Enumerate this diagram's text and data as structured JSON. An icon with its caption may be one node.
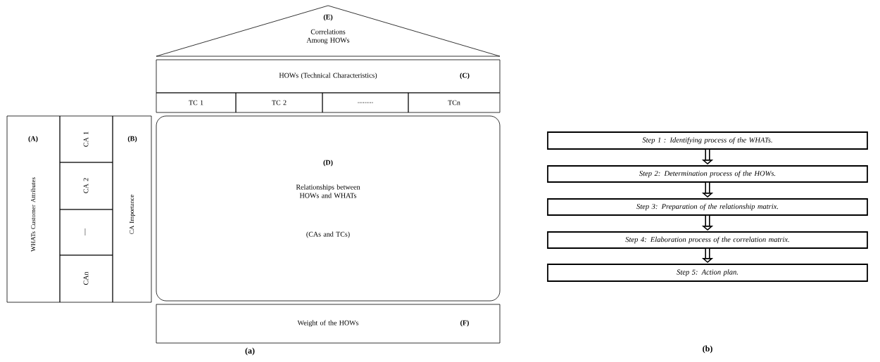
{
  "diagram": {
    "nodes": [
      {
        "text": [
          "(E)",
          "Correlations Among HOWs"
        ]
      },
      {
        "text": [
          "HOWs (Technical Characteristics)",
          "(C)"
        ]
      },
      {
        "text": [
          "TC 1"
        ]
      },
      {
        "text": [
          "TC 2"
        ]
      },
      {
        "text": [
          "........."
        ]
      },
      {
        "text": [
          "TCn"
        ]
      },
      {
        "text": [
          "(A)",
          "WHATs Customer Attributes"
        ]
      },
      {
        "text": [
          "CA 1"
        ]
      },
      {
        "text": [
          "CA 2"
        ]
      },
      {
        "text": [
          "—"
        ]
      },
      {
        "text": [
          "CAn"
        ]
      },
      {
        "text": [
          "(B)",
          "CA Importance"
        ]
      },
      {
        "text": [
          "(D)",
          "Relationships between HOWs and WHATs",
          "(CAs and TCs)"
        ]
      },
      {
        "text": [
          "Weight of the HOWs",
          "(F)"
        ]
      },
      {
        "text": [
          "Step 1 : Identifying process of the WHATs."
        ]
      },
      {
        "text": [
          "Step 2: Determination process of the HOWs."
        ]
      },
      {
        "text": [
          "Step 3: Preparation of the relationship matrix."
        ]
      },
      {
        "text": [
          "Step 4: Elaboration process of the correlation matrix."
        ]
      },
      {
        "text": [
          "Step 5: Action plan."
        ]
      }
    ],
    "edges": [
      {
        "from": 14,
        "to": 15,
        "arrow": "to"
      },
      {
        "from": 15,
        "to": 16,
        "arrow": "to"
      },
      {
        "from": 16,
        "to": 17,
        "arrow": "to"
      },
      {
        "from": 17,
        "to": 18,
        "arrow": "to"
      }
    ],
    "labels": [
      "(a)",
      "(b)"
    ]
  }
}
